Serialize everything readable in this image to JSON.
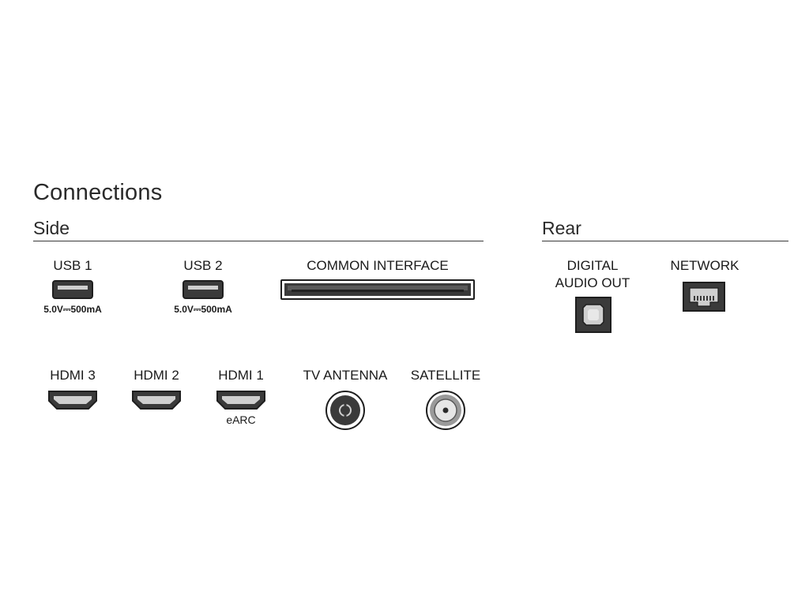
{
  "title": "Connections",
  "sections": {
    "side": {
      "title": "Side"
    },
    "rear": {
      "title": "Rear"
    }
  },
  "ports": {
    "usb1": {
      "label": "USB 1",
      "rating": "5.0V⎓500mA"
    },
    "usb2": {
      "label": "USB 2",
      "rating": "5.0V⎓500mA"
    },
    "common_interface": {
      "label": "COMMON INTERFACE"
    },
    "hdmi3": {
      "label": "HDMI 3"
    },
    "hdmi2": {
      "label": "HDMI 2"
    },
    "hdmi1": {
      "label": "HDMI 1",
      "note": "eARC"
    },
    "tv_antenna": {
      "label": "TV ANTENNA"
    },
    "satellite": {
      "label": "SATELLITE"
    },
    "digital_audio_out": {
      "label_line1": "DIGITAL",
      "label_line2": "AUDIO OUT"
    },
    "network": {
      "label": "NETWORK"
    }
  },
  "colors": {
    "port_fill": "#3a3a3a",
    "port_dark": "#1e1e1e",
    "port_light": "#cfcfcf",
    "rule": "#3a3a3a"
  },
  "icons": [
    "usb-port-icon",
    "ci-slot-icon",
    "hdmi-port-icon",
    "coax-antenna-icon",
    "f-connector-icon",
    "optical-port-icon",
    "ethernet-port-icon"
  ]
}
